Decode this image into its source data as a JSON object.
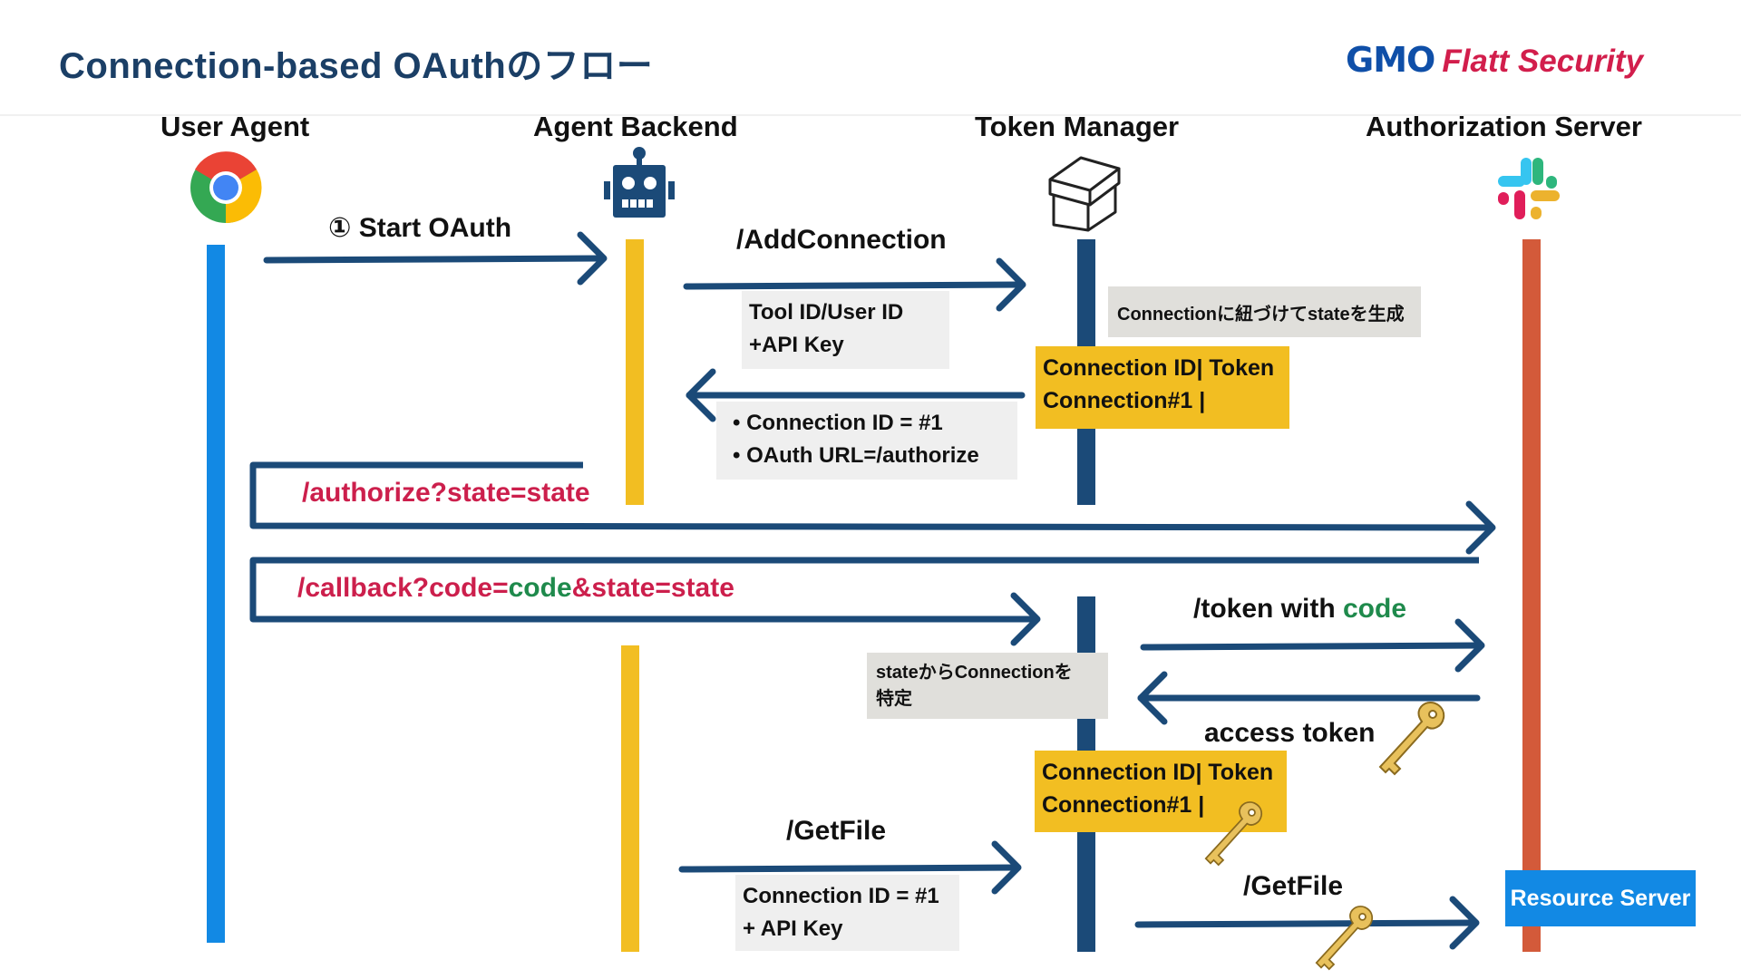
{
  "header": {
    "title": "Connection-based OAuthのフロー",
    "logo": {
      "gmo": "GMO",
      "brand": "Flatt Security"
    }
  },
  "actors": [
    {
      "name": "User Agent",
      "icon": "chrome-icon",
      "lifeline_color": "#1289e4"
    },
    {
      "name": "Agent Backend",
      "icon": "robot-icon",
      "lifeline_color": "#f2be22"
    },
    {
      "name": "Token Manager",
      "icon": "box-icon",
      "lifeline_color": "#1b3f66"
    },
    {
      "name": "Authorization Server",
      "icon": "slack-icon",
      "lifeline_color": "#d35a3a"
    }
  ],
  "messages": {
    "start_oauth": "① Start OAuth",
    "add_connection": "/AddConnection",
    "add_connection_params": [
      "Tool ID/User ID",
      "+API Key"
    ],
    "generate_state_note": "Connectionに紐づけてstateを生成",
    "store1": {
      "header_left": "Connection ID",
      "header_right": "Token",
      "row_left": "Connection#1",
      "row_right": ""
    },
    "return_items": [
      "Connection ID = #1",
      "OAuth URL=/authorize"
    ],
    "authorize": "/authorize?state=state",
    "callback": {
      "part1": "/callback?code=",
      "part2": "code",
      "part3": "&state=state"
    },
    "token_with": "/token with ",
    "token_code": "code",
    "access_token": "access token",
    "state_note": [
      "stateからConnectionを",
      "特定"
    ],
    "store2": {
      "header_left": "Connection ID",
      "header_right": "Token",
      "row_left": "Connection#1",
      "row_right": ""
    },
    "get_file": "/GetFile",
    "get_file_params": [
      "Connection ID = #1",
      "+ API Key"
    ],
    "get_file_2": "/GetFile",
    "resource_server": "Resource Server"
  },
  "colors": {
    "arrow": "#1b4a78",
    "title": "#1b3f66",
    "url_red": "#cc1f4c",
    "code_green": "#1f8a4c",
    "store_yellow": "#f2be22",
    "resource_blue": "#1289e4"
  }
}
